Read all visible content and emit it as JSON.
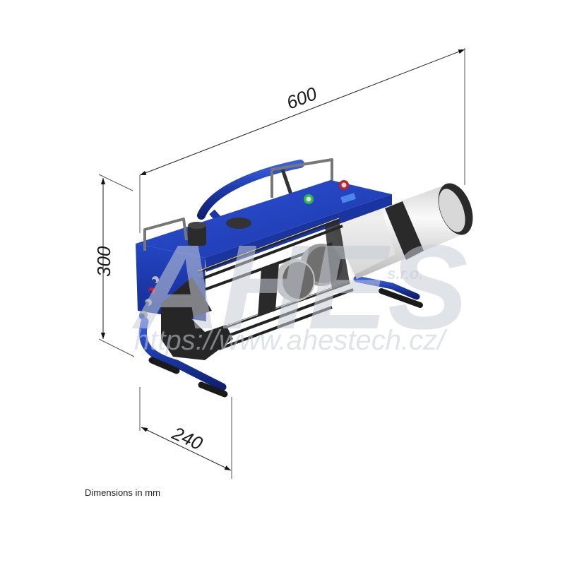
{
  "dimensions": {
    "length": {
      "value": "600",
      "unit": "mm"
    },
    "height": {
      "value": "300",
      "unit": "mm"
    },
    "width": {
      "value": "240",
      "unit": "mm"
    }
  },
  "caption": "Dimensions in mm",
  "watermark": {
    "logo": "AHES",
    "logo_suffix": "s.r.o.",
    "url": "https://www.ahestech.cz/"
  },
  "product": {
    "body_color": "#1f3fb8",
    "handle_color": "#1a3aa8",
    "roller_color": "#e6e6e6",
    "clamp_color": "#2a2a2a",
    "indicators": [
      {
        "name": "green-indicator",
        "color": "#2fb84a"
      },
      {
        "name": "red-indicator",
        "color": "#c8202a"
      }
    ]
  }
}
